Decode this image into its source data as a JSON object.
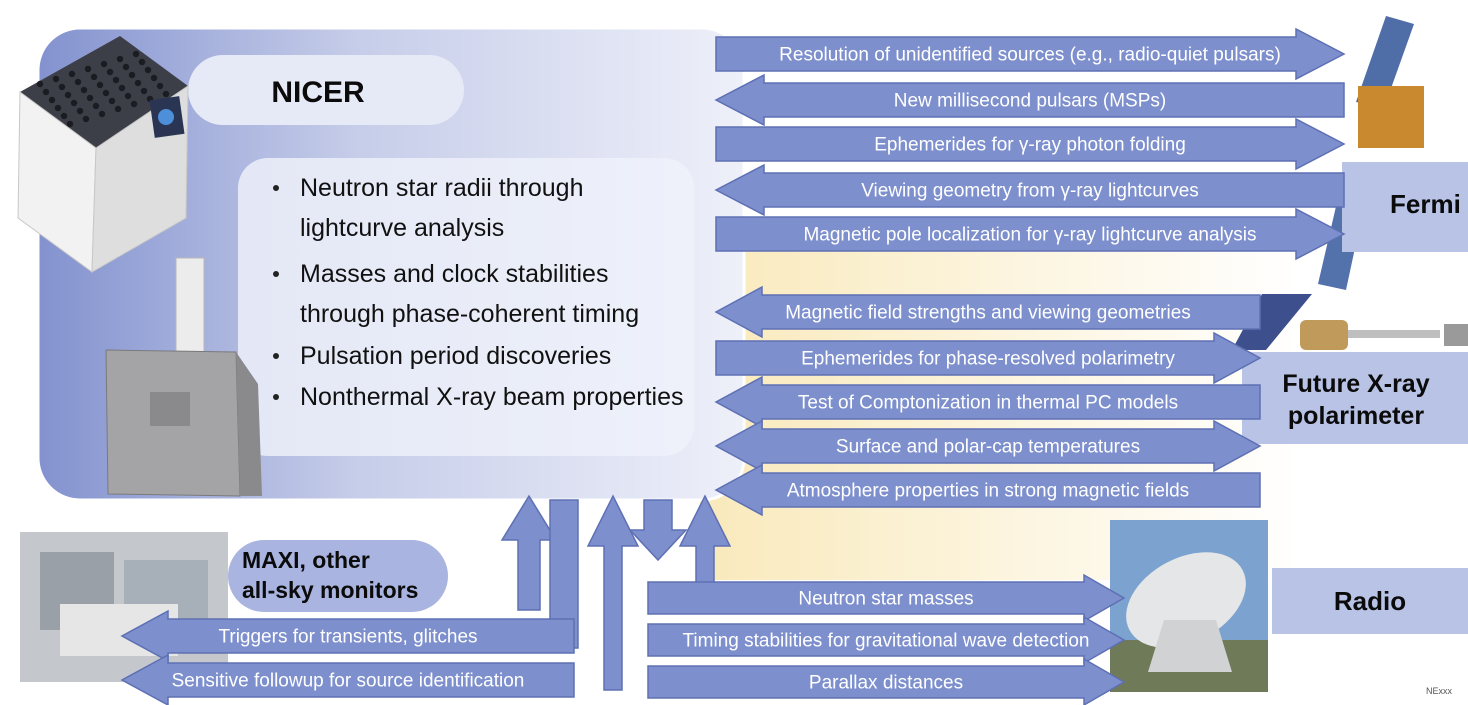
{
  "nicer": {
    "title": "NICER",
    "bullets": [
      [
        "Neutron star radii through",
        "lightcurve analysis"
      ],
      [
        "Masses and clock stabilities",
        "through phase-coherent timing"
      ],
      [
        "Pulsation period discoveries"
      ],
      [
        "Nonthermal X-ray beam properties"
      ]
    ]
  },
  "fermi": {
    "label": "Fermi",
    "arrows": [
      {
        "text": "Resolution of unidentified sources (e.g., radio-quiet pulsars)",
        "direction": "right"
      },
      {
        "text": "New millisecond pulsars (MSPs)",
        "direction": "left"
      },
      {
        "text": "Ephemerides for γ-ray photon folding",
        "direction": "right"
      },
      {
        "text": "Viewing geometry from γ-ray lightcurves",
        "direction": "left"
      },
      {
        "text": "Magnetic pole localization for γ-ray lightcurve analysis",
        "direction": "right"
      }
    ]
  },
  "polarimeter": {
    "label_lines": [
      "Future X-ray",
      "polarimeter"
    ],
    "arrows": [
      {
        "text": "Magnetic field strengths and viewing geometries",
        "direction": "left"
      },
      {
        "text": "Ephemerides for phase-resolved polarimetry",
        "direction": "right"
      },
      {
        "text": "Test of Comptonization in thermal PC models",
        "direction": "left"
      },
      {
        "text": "Surface and polar-cap temperatures",
        "direction": "both"
      },
      {
        "text": "Atmosphere properties in strong magnetic fields",
        "direction": "left"
      }
    ]
  },
  "maxi": {
    "label_lines": [
      "MAXI, other",
      "all-sky monitors"
    ],
    "arrows": [
      {
        "text": "Triggers for transients, glitches",
        "direction": "left"
      },
      {
        "text": "Sensitive followup for source identification",
        "direction": "left"
      }
    ]
  },
  "radio": {
    "label": "Radio",
    "arrows": [
      {
        "text": "Neutron star masses",
        "direction": "right"
      },
      {
        "text": "Timing stabilities for gravitational wave detection",
        "direction": "right"
      },
      {
        "text": "Parallax distances",
        "direction": "right"
      }
    ]
  },
  "credit": "NExxx",
  "colors": {
    "arrow": "#7d8fcc",
    "arrow_edge": "#5e70b4",
    "panel": "#dfe4f4",
    "panel_gradient_start": "#8d9ad2",
    "label_box": "#9aa9dc",
    "highlight": "#f6e7b4"
  }
}
